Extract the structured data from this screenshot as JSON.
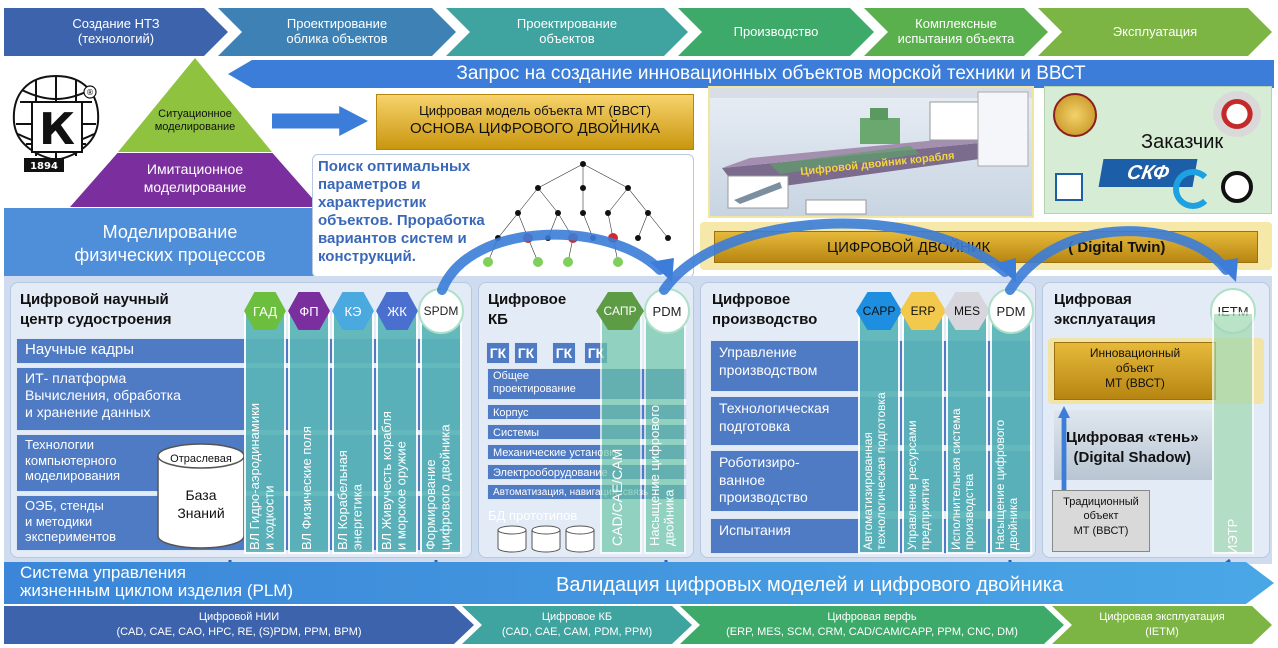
{
  "stages": [
    {
      "label": "Создание НТЗ\n(технологий)",
      "color": "#3d63ad"
    },
    {
      "label": "Проектирование\nоблика объектов",
      "color": "#3e81b5"
    },
    {
      "label": "Проектирование\nобъектов",
      "color": "#3fa3a0"
    },
    {
      "label": "Производство",
      "color": "#3eaa6a"
    },
    {
      "label": "Комплексные\nиспытания объекта",
      "color": "#5bb04e"
    },
    {
      "label": "Эксплуатация",
      "color": "#7db544"
    }
  ],
  "request_banner": "Запрос на создание инновационных объектов морской техники и ВВСТ",
  "logo": {
    "year": "1894",
    "letter": "К"
  },
  "pyramid": {
    "top": "Ситуационное\nмоделирование",
    "middle": "Имитационное\nмоделирование",
    "bottom": "Моделирование\nфизических процессов"
  },
  "digital_model": {
    "line1": "Цифровая модель объекта МТ (ВВСТ)",
    "line2": "ОСНОВА ЦИФРОВОГО ДВОЙНИКА"
  },
  "search_text": "Поиск оптимальных параметров и характеристик объектов. Проработка вариантов систем и конструкций.",
  "ship_label": "Цифровой двойник корабля",
  "customer": {
    "title": "Заказчик",
    "logo_text": "СКФ"
  },
  "twin_banner": {
    "left": "ЦИФРОВОЙ ДВОЙНИК",
    "right": "( Digital Twin)"
  },
  "science_center": {
    "title": "Цифровой научный\nцентр судостроения",
    "rows": [
      "Научные кадры",
      "ИТ- платформа\nВычисления, обработка\nи хранение данных",
      "Технологии\nкомпьютерного\nмоделирования",
      "ОЭБ, стенды\nи методики\nэкспериментов"
    ],
    "kb_label_top": "Отраслевая",
    "kb_label": "База\nЗнаний",
    "hexes": [
      {
        "label": "ГАД",
        "color": "#6cbf3e"
      },
      {
        "label": "ФП",
        "color": "#7b2f9e"
      },
      {
        "label": "КЭ",
        "color": "#4aa9df"
      },
      {
        "label": "ЖК",
        "color": "#4a6fcf"
      }
    ],
    "circle": "SPDM",
    "columns": [
      "ВЛ Гидро-аэродинамики\nи ходкости",
      "ВЛ Физические поля",
      "ВЛ Корабельная\nэнергетика",
      "ВЛ Живучесть корабля\nи морское оружие",
      "Формирование\nцифрового двойника"
    ]
  },
  "kb": {
    "title": "Цифровое\nКБ",
    "gk": [
      "ГК",
      "ГК",
      "ГК",
      "ГК"
    ],
    "hex": "САПР",
    "circle": "PDM",
    "rows": [
      "Общее\nпроектирование",
      "Корпус",
      "Системы",
      "Механические установки",
      "Электрооборудование",
      "Автоматизация, навигация, связь"
    ],
    "db": "БД прототипов",
    "columns": [
      "CAD/CAE/CAM",
      "Насыщение цифрового\nдвойника"
    ]
  },
  "production": {
    "title": "Цифровое\nпроизводство",
    "hexes": [
      {
        "label": "CAPP",
        "color": "#1e8fe0"
      },
      {
        "label": "ERP",
        "color": "#f2c94c"
      },
      {
        "label": "MES",
        "color": "#d6d6dc"
      }
    ],
    "circle": "PDM",
    "rows": [
      "Управление\nпроизводством",
      "Технологическая\nподготовка",
      "Роботизиро-\nванное\nпроизводство",
      "Испытания"
    ],
    "columns": [
      "Автоматизированная\nтехнологическая подготовка",
      "Управление ресурсами\nпредприятия",
      "Исполнительная система\nпроизводства",
      "Насыщение цифрового\nдвойника"
    ]
  },
  "operation": {
    "title": "Цифровая\nэксплуатация",
    "circle": "IETM",
    "innovative": "Инновационный\nобъект\nМТ (ВВСТ)",
    "shadow": "Цифровая «тень»\n(Digital Shadow)",
    "traditional": "Традиционный\nобъект\nМТ (ВВСТ)",
    "column": "ИЭТР"
  },
  "plm": "Система управления\nжизненным циклом изделия (PLM)",
  "validation": "Валидация цифровых моделей и цифрового двойника",
  "bottom_stages": [
    {
      "title": "Цифровой НИИ",
      "sub": "(CAD, CAE, CAO, HPC, RE, (S)PDM, PPM, BPM)",
      "color": "#3d63ad"
    },
    {
      "title": "Цифровое КБ",
      "sub": "(CAD, CAE, CAM, PDM, PPM)",
      "color": "#3fa3a0"
    },
    {
      "title": "Цифровая верфь",
      "sub": "(ERP, MES, SCM, CRM, CAD/CAM/CAPP, PPM, CNC, DM)",
      "color": "#3eaa6a"
    },
    {
      "title": "Цифровая эксплуатация",
      "sub": "(IETM)",
      "color": "#7db544"
    }
  ]
}
